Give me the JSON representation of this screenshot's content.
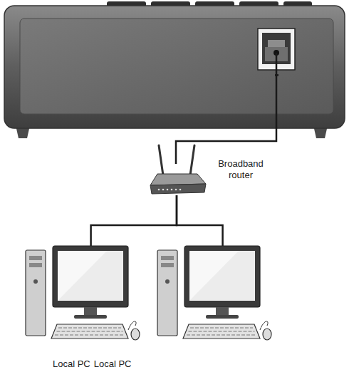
{
  "diagram": {
    "nodes": [
      {
        "text": [
          "Broadband router"
        ]
      },
      {
        "text": [
          "Local PC"
        ]
      },
      {
        "text": [
          "Local PC"
        ]
      }
    ],
    "edges": [
      {
        "from": 0,
        "to": 1,
        "arrow": "none"
      },
      {
        "from": 0,
        "to": 2,
        "arrow": "none"
      }
    ]
  }
}
